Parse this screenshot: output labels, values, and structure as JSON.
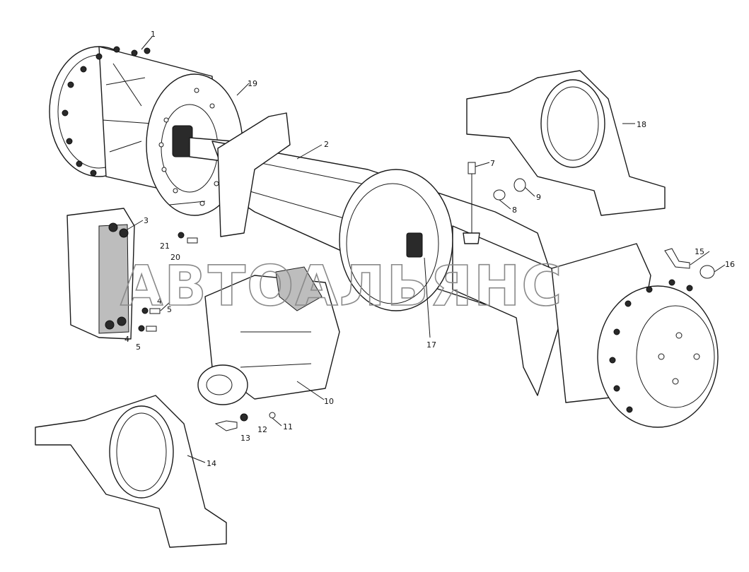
{
  "watermark": "АВТОАЛЬЯНС",
  "callouts": {
    "c1": "1",
    "c2": "2",
    "c3": "3",
    "c4a": "4",
    "c4b": "4",
    "c5a": "5",
    "c5b": "5",
    "c7": "7",
    "c8": "8",
    "c9": "9",
    "c10": "10",
    "c11": "11",
    "c12": "12",
    "c13": "13",
    "c14": "14",
    "c15": "15",
    "c16": "16",
    "c17": "17",
    "c18": "18",
    "c19": "19",
    "c20": "20",
    "c21": "21"
  },
  "colors": {
    "line": "#1a1a1a",
    "watermark": "#8a8a8a",
    "background": "#ffffff"
  }
}
